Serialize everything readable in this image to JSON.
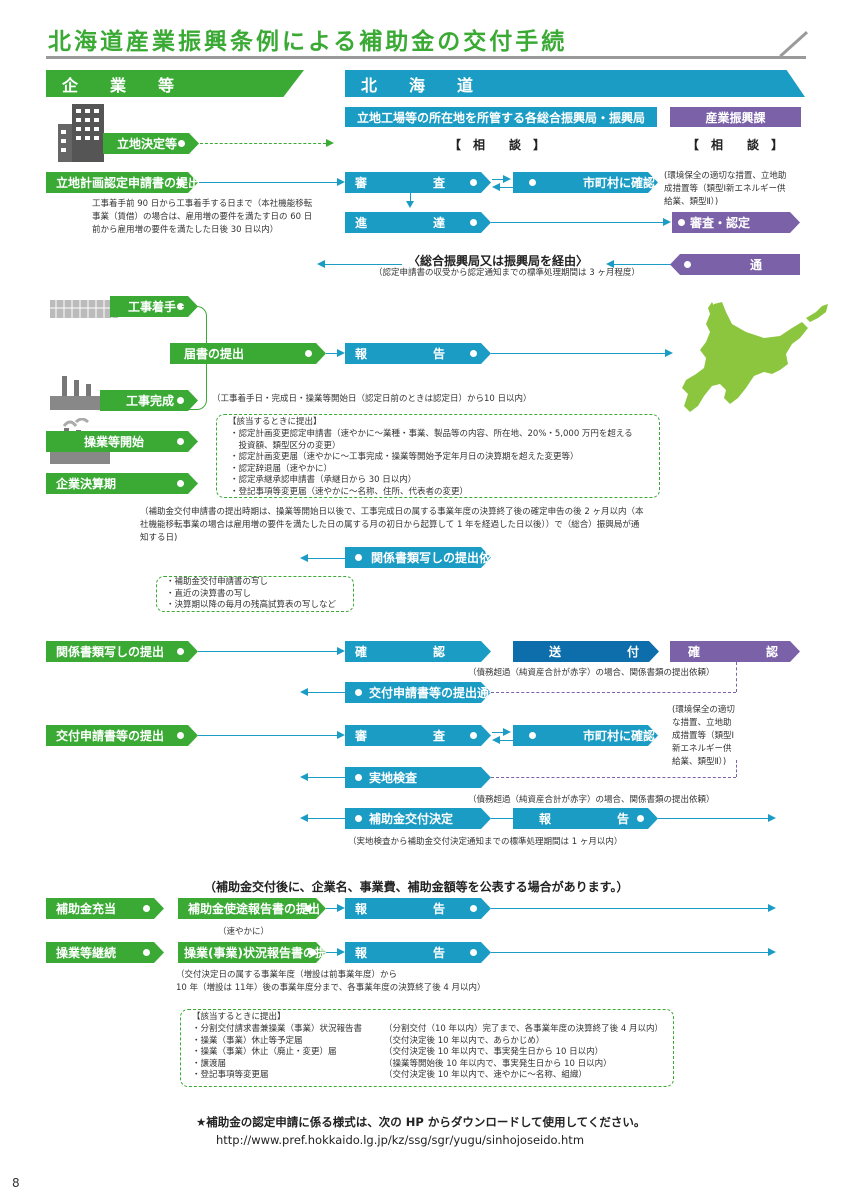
{
  "title": "北海道産業振興条例による補助金の交付手続",
  "headers": {
    "company": "企　業　等",
    "hokkaido": "北　海　道"
  },
  "sub_headers": {
    "bureau": "立地工場等の所在地を所管する各総合振興局・振興局",
    "division": "産業振興課"
  },
  "soudan": "【　相　　談　】",
  "buttons": {
    "ritchi_kettei": "立地決定等",
    "ritchi_keikaku": "立地計画認定申請書の提出",
    "shinsa": "審　　査",
    "shichoson_kakunin": "市町村に確認",
    "shintatsu": "進　　達",
    "shinsa_nintei": "審査・認定",
    "tsuchi": "通　　知",
    "koji_chakushu": "工事着手",
    "todokesho": "届書の提出",
    "hokoku": "報　　告",
    "koji_kanryo": "工事完成",
    "sogyo_kaishi": "操業等開始",
    "kigyo_kessan": "企業決算期",
    "kankei_irai": "関係書類写しの提出依頼",
    "kankei_teishutsu": "関係書類写しの提出",
    "kakunin": "確　　認",
    "sofu": "送　　付",
    "kofu_tsuchi": "交付申請書等の提出通知",
    "kofu_teishutsu": "交付申請書等の提出",
    "jicchi_kensa": "実地検査",
    "kofu_kettei": "補助金交付決定",
    "hojo_juto": "補助金充当",
    "shito_hokoku": "補助金使途報告書の提出",
    "sogyo_keizoku": "操業等継続",
    "jokyo_hokoku": "操業(事業)状況報告書の提出"
  },
  "notes": {
    "koji_90": "工事着手前 90 日から工事着手する日まで（本社機能移転\n事業（賃借）の場合は、雇用増の要件を満たす日の 60 日\n前から雇用増の要件を満たした日後 30 日以内）",
    "kankyo1": "(環境保全の適切な措置、立地助\n成措置等（類型Ⅰ新エネルギー供\n給業、類型Ⅱ）)",
    "sogo_keiyu": "〈総合振興局又は振興局を経由〉",
    "hyojun_3": "（認定申請書の収受から認定通知までの標準処理期間は 3 ヶ月程度）",
    "koji_10": "（工事着手日・完成日・操業等開始日（認定日前のときは認定日）から10 日以内）",
    "gaito1_head": "【該当するときに提出】",
    "gaito1_list": "・認定計画変更認定申請書（速やかに～業種・事業、製品等の内容、所在地、20%・5,000 万円を超える\n　投資額、類型区分の変更）\n・認定計画変更届（速やかに～工事完成・操業等開始予定年月日の決算期を超えた変更等）\n・認定辞退届（速やかに）\n・認定承継承認申請書（承継日から 30 日以内）\n・登記事項等変更届（速やかに～名称、住所、代表者の変更）",
    "kofu_jiki": "（補助金交付申請書の提出時期は、操業等開始日以後で、工事完成日の属する事業年度の決算終了後の確定申告の後 2 ヶ月以内（本\n社機能移転事業の場合は雇用増の要件を満たした日の属する月の初日から起算して 1 年を経過した日以後））で（総合）振興局が通\n知する日)",
    "copies_list": "・補助金交付申請書の写し\n・直近の決算書の写し\n・決算期以降の毎月の残高試算表の写しなど",
    "saimu1": "（債務超過（純資産合計が赤字）の場合、関係書類の提出依頼）",
    "kankyo2": "(環境保全の適切\nな措置、立地助\n成措置等（類型Ⅰ\n新エネルギー供\n給業、類型Ⅱ）)",
    "saimu2": "（債務超過（純資産合計が赤字）の場合、関係書類の提出依頼）",
    "hyojun_1m": "（実地検査から補助金交付決定通知までの標準処理期間は 1 ヶ月以内）",
    "kohyo": "（補助金交付後に、企業名、事業費、補助金額等を公表する場合があります。）",
    "sumiyaka": "（速やかに）",
    "jokyo_kikan": "（交付決定日の属する事業年度（増設は前事業年度）から\n10 年（増設は 11年）後の事業年度分まで、各事業年度の決算終了後 4 月以内）",
    "gaito2_head": "【該当するときに提出】",
    "gaito2_left": "・分割交付請求書兼操業（事業）状況報告書\n・操業（事業）休止等予定届\n・操業（事業）休止（廃止・変更）届\n・譲渡届\n・登記事項等変更届",
    "gaito2_right": "（分割交付（10 年以内）完了まで、各事業年度の決算終了後 4 月以内）\n（交付決定後 10 年以内で、あらかじめ）\n（交付決定後 10 年以内で、事実発生日から 10 日以内）\n（操業等開始後 10 年以内で、事実発生日から 10 日以内）\n（交付決定後 10 年以内で、速やかに～名称、組織）",
    "download": "★補助金の認定申請に係る様式は、次の HP からダウンロードして使用してください。",
    "url": "http://www.pref.hokkaido.lg.jp/kz/ssg/sgr/yugu/sinhojoseido.htm"
  },
  "page_number": "8",
  "colors": {
    "green": "#3aaa35",
    "blue": "#1a9cc4",
    "dark_blue": "#0d6eab",
    "purple": "#7b61a8",
    "map_green": "#8cc63f"
  }
}
